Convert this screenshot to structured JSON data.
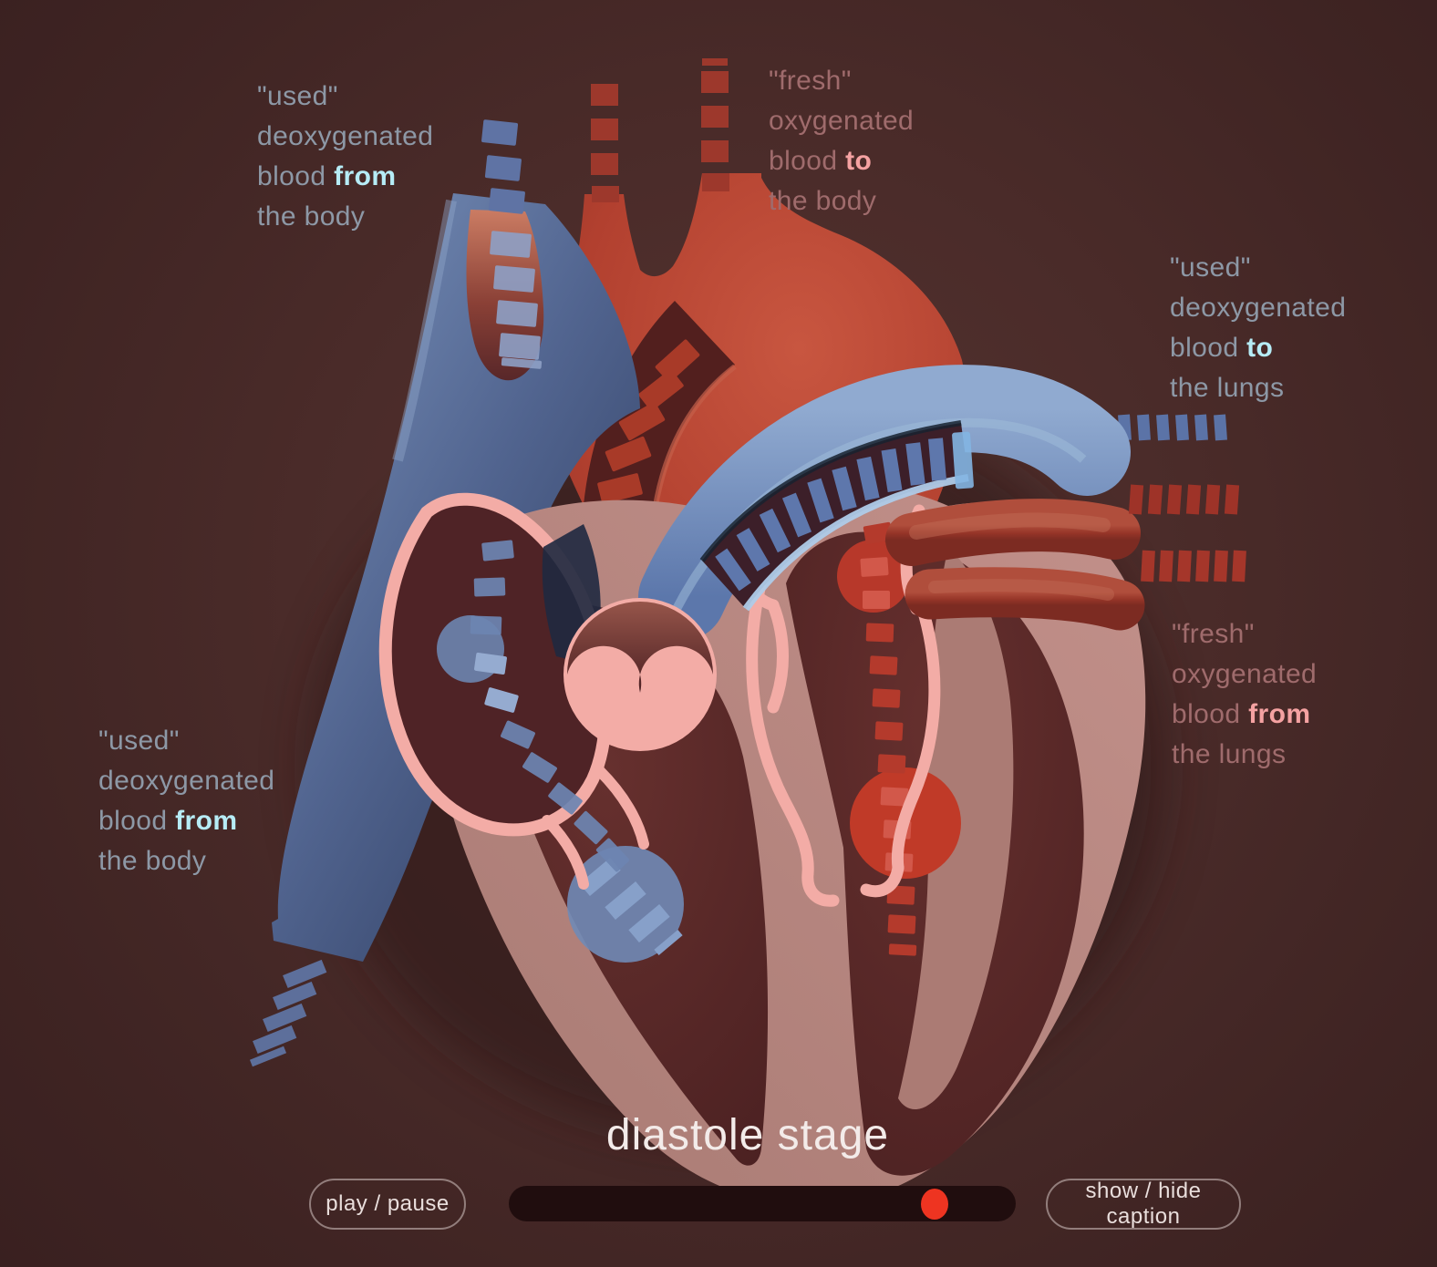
{
  "stage": {
    "label": "diastole stage"
  },
  "captions": {
    "top_left": {
      "line1": "\"used\"",
      "line2": "deoxygenated",
      "line3_pre": "blood ",
      "line3_bold": "from",
      "line4": "the body"
    },
    "top_center": {
      "line1": "\"fresh\"",
      "line2": "oxygenated",
      "line3_pre": "blood ",
      "line3_bold": "to",
      "line4": "the body"
    },
    "right_upper": {
      "line1": "\"used\"",
      "line2": "deoxygenated",
      "line3_pre": "blood ",
      "line3_bold": "to",
      "line4": "the lungs"
    },
    "right_lower": {
      "line1": "\"fresh\"",
      "line2": "oxygenated",
      "line3_pre": "blood ",
      "line3_bold": "from",
      "line4": "the lungs"
    },
    "bottom_left": {
      "line1": "\"used\"",
      "line2": "deoxygenated",
      "line3_pre": "blood ",
      "line3_bold": "from",
      "line4": "the body"
    }
  },
  "controls": {
    "play_pause_label": "play / pause",
    "caption_toggle_label": "show / hide caption",
    "progress": 0.84
  },
  "colors": {
    "background": "#452826",
    "caption_blue": "#8d98a6",
    "caption_blue_accent": "#b6ecf6",
    "caption_pink": "#9f6b6c",
    "caption_pink_accent": "#f5a2a2",
    "title_color": "#f3ebe9",
    "progress_track": "#200d0e",
    "progress_handle": "#ee3421",
    "artery_red": "#b2402f",
    "vein_blue": "#5874a6",
    "muscle_pink": "#b5837b",
    "outline_pink": "#f3aca6"
  }
}
